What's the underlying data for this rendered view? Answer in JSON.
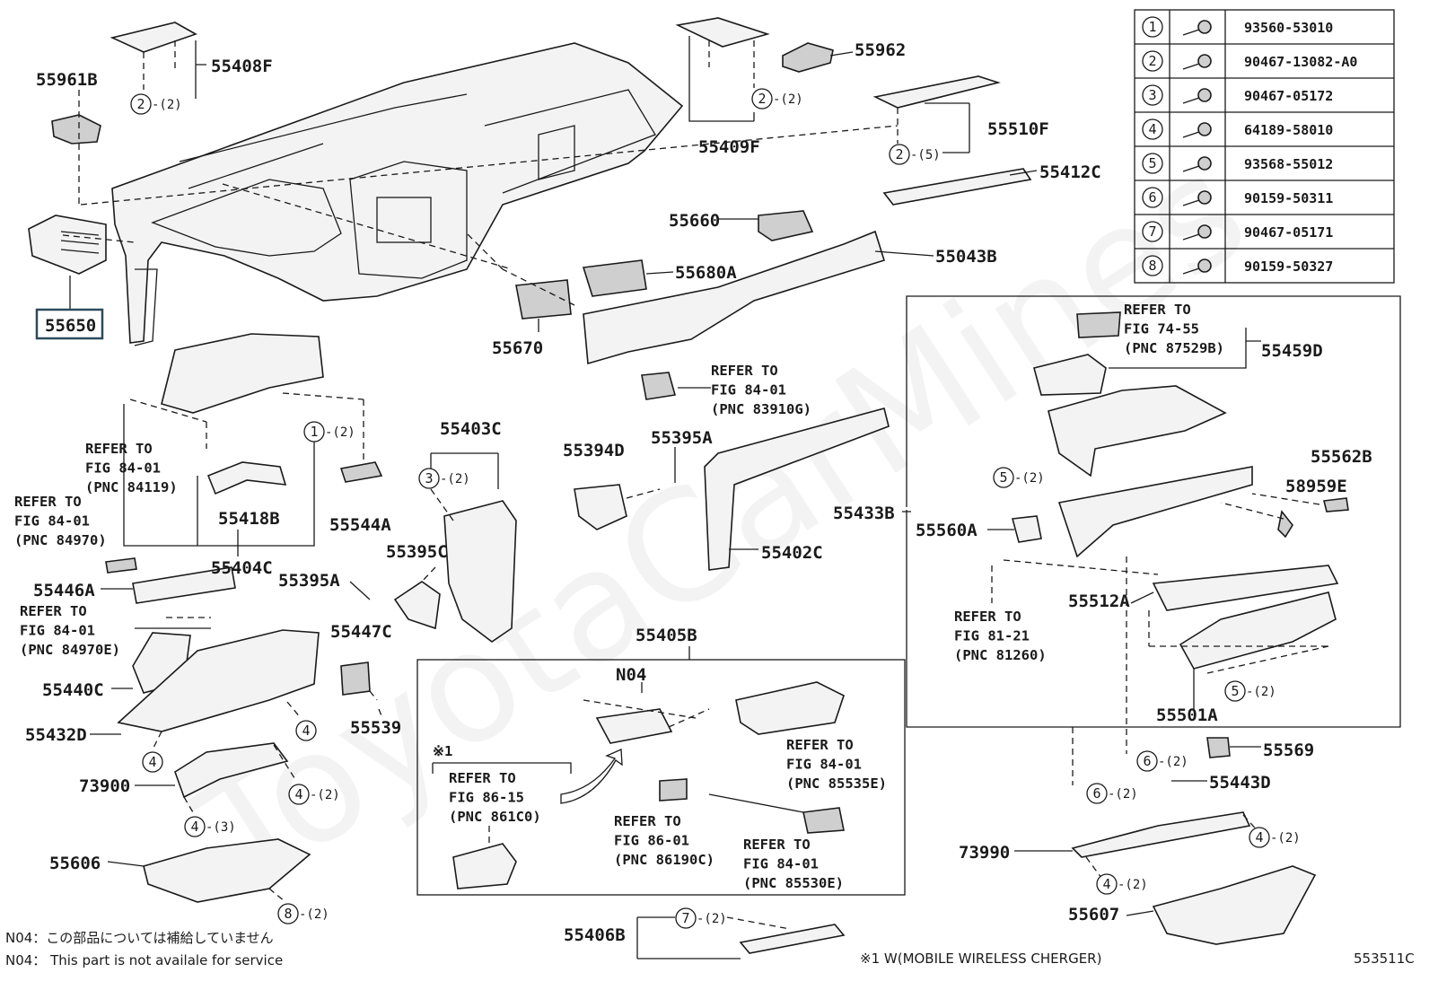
{
  "watermark": "ToyotaCarMines",
  "figure_number": "553511C",
  "highlighted_part": "55650",
  "fastener_table": [
    {
      "num": "1",
      "part": "93560-53010"
    },
    {
      "num": "2",
      "part": "90467-13082-A0"
    },
    {
      "num": "3",
      "part": "90467-05172"
    },
    {
      "num": "4",
      "part": "64189-58010"
    },
    {
      "num": "5",
      "part": "93568-55012"
    },
    {
      "num": "6",
      "part": "90159-50311"
    },
    {
      "num": "7",
      "part": "90467-05171"
    },
    {
      "num": "8",
      "part": "90159-50327"
    }
  ],
  "part_labels": {
    "p55961B": "55961B",
    "p55408F": "55408F",
    "p55409F": "55409F",
    "p55962": "55962",
    "p55510F": "55510F",
    "p55412C": "55412C",
    "p55660": "55660",
    "p55043B": "55043B",
    "p55680A": "55680A",
    "p55670": "55670",
    "p55650": "55650",
    "p55459D": "55459D",
    "p55562B": "55562B",
    "p58959E": "58959E",
    "p55433B": "55433B",
    "p55560A": "55560A",
    "p55512A": "55512A",
    "p55501A": "55501A",
    "p55569": "55569",
    "p55443D": "55443D",
    "p73990": "73990",
    "p55607": "55607",
    "p55403C": "55403C",
    "p55394D": "55394D",
    "p55395A_a": "55395A",
    "p55395A_b": "55395A",
    "p55402C": "55402C",
    "p55395C": "55395C",
    "p55418B": "55418B",
    "p55544A": "55544A",
    "p55404C": "55404C",
    "p55446A": "55446A",
    "p55447C": "55447C",
    "p55440C": "55440C",
    "p55432D": "55432D",
    "p55539": "55539",
    "p73900": "73900",
    "p55606": "55606",
    "p55405B": "55405B",
    "pN04": "N04",
    "p55406B": "55406B"
  },
  "callouts": {
    "c1": {
      "num": "1",
      "qty": "-(2)"
    },
    "c2a": {
      "num": "2",
      "qty": "-(2)"
    },
    "c2b": {
      "num": "2",
      "qty": "-(2)"
    },
    "c2c": {
      "num": "2",
      "qty": "-(5)"
    },
    "c3": {
      "num": "3",
      "qty": "-(2)"
    },
    "c4a": {
      "num": "4",
      "qty": ""
    },
    "c4b": {
      "num": "4",
      "qty": ""
    },
    "c4c": {
      "num": "4",
      "qty": "-(2)"
    },
    "c4d": {
      "num": "4",
      "qty": "-(3)"
    },
    "c4e": {
      "num": "4",
      "qty": "-(2)"
    },
    "c4f": {
      "num": "4",
      "qty": "-(2)"
    },
    "c5a": {
      "num": "5",
      "qty": "-(2)"
    },
    "c5b": {
      "num": "5",
      "qty": "-(2)"
    },
    "c6a": {
      "num": "6",
      "qty": "-(2)"
    },
    "c6b": {
      "num": "6",
      "qty": "-(2)"
    },
    "c7": {
      "num": "7",
      "qty": "-(2)"
    },
    "c8": {
      "num": "8",
      "qty": "-(2)"
    }
  },
  "references": {
    "r_87529B": [
      "REFER TO",
      "FIG 74-55",
      "(PNC 87529B)"
    ],
    "r_83910G": [
      "REFER TO",
      "FIG 84-01",
      "(PNC 83910G)"
    ],
    "r_84119": [
      "REFER TO",
      "FIG 84-01",
      "(PNC 84119)"
    ],
    "r_84970": [
      "REFER TO",
      "FIG 84-01",
      "(PNC 84970)"
    ],
    "r_84970E": [
      "REFER TO",
      "FIG 84-01",
      "(PNC 84970E)"
    ],
    "r_81260": [
      "REFER TO",
      "FIG 81-21",
      "(PNC 81260)"
    ],
    "r_861C0": [
      "REFER TO",
      "FIG 86-15",
      "(PNC 861C0)"
    ],
    "r_86190C": [
      "REFER TO",
      "FIG 86-01",
      "(PNC 86190C)"
    ],
    "r_85535E": [
      "REFER TO",
      "FIG 84-01",
      "(PNC 85535E)"
    ],
    "r_85530E": [
      "REFER TO",
      "FIG 84-01",
      "(PNC 85530E)"
    ]
  },
  "option_mark": "※1",
  "notes": {
    "jp": "N04：この部品については補給していません",
    "en": "N04： This part is not availale for service",
    "footnote": "※1 W(MOBILE WIRELESS CHERGER)"
  }
}
